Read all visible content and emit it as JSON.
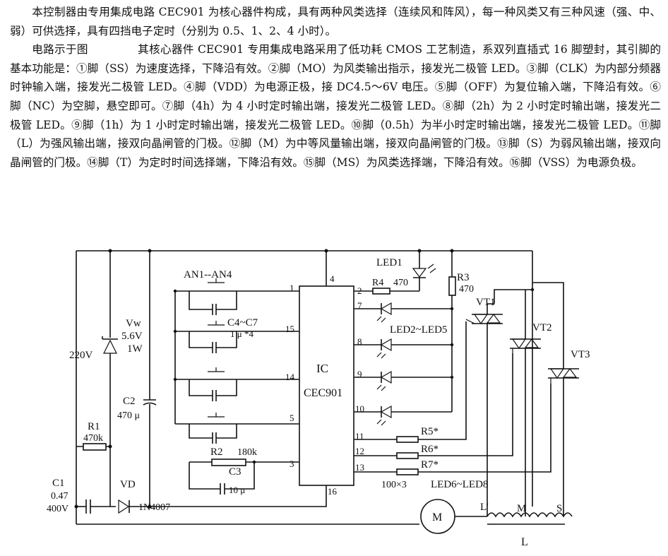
{
  "paragraphs": {
    "p1": "本控制器由专用集成电路 CEC901 为核心器件构成，具有两种风类选择（连续风和阵风），每一种风类又有三种风速（强、中、弱）可供选择，具有四挡电子定时（分别为 0.5、1、2、4 小时）。",
    "p2a": "电路示于图",
    "p2b": "其核心器件 CEC901 专用集成电路采用了低功耗 CMOS 工艺制造，系双列直插式 16 脚塑封，其引脚的基本功能是：①脚（SS）为速度选择，下降沿有效。②脚（MO）为风类输出指示，接发光二极管 LED。③脚（CLK）为内部分频器时钟输入端，接发光二极管 LED。④脚（VDD）为电源正极，接 DC4.5～6V 电压。⑤脚（OFF）为复位输入端，下降沿有效。⑥脚（NC）为空脚，悬空即可。⑦脚（4h）为 4 小时定时输出端，接发光二极管 LED。⑧脚（2h）为 2 小时定时输出端，接发光二极管 LED。⑨脚（1h）为 1 小时定时输出端，接发光二极管 LED。⑩脚（0.5h）为半小时定时输出端，接发光二极管 LED。⑪脚（L）为强风输出端，接双向晶闸管的门极。⑫脚（M）为中等风量输出端，接双向晶闸管的门极。⑬脚（S）为弱风输出端，接双向晶闸管的门极。⑭脚（T）为定时时间选择端，下降沿有效。⑮脚（MS）为风类选择端，下降沿有效。⑯脚（VSS）为电源负极。"
  },
  "diagram": {
    "ic_label": "IC",
    "ic_part": "CEC901",
    "pins": [
      "1",
      "15",
      "14",
      "5",
      "3",
      "16",
      "4",
      "2",
      "7",
      "8",
      "9",
      "10",
      "11",
      "12",
      "13"
    ],
    "labels": {
      "led1": "LED1",
      "r3": "R3",
      "r3_val": "470",
      "r4": "R4",
      "r4_val": "470",
      "led2_5": "LED2~LED5",
      "vt1": "VT1",
      "vt2": "VT2",
      "vt3": "VT3",
      "an": "AN1--AN4",
      "c4_7": "C4~C7",
      "c4_7_val": "1 μ *4",
      "vw": "Vw",
      "vw_v": "5.6V",
      "vw_w": "1W",
      "v220": "220V",
      "c2": "C2",
      "c2_val": "470 μ",
      "r1": "R1",
      "r1_val": "470k",
      "r2": "R2",
      "r2_val": "180k",
      "c3": "C3",
      "c3_val": "10 μ",
      "c1": "C1",
      "c1_val": "0.47",
      "c1_v": "400V",
      "vd": "VD",
      "vd_part": "1N4007",
      "r5": "R5*",
      "r6": "R6*",
      "r7": "R7*",
      "r_val": "100×3",
      "led6_8": "LED6~LED8",
      "motor": "M",
      "tap_l": "L'",
      "tap_m": "M",
      "tap_s": "S",
      "coil": "L"
    }
  }
}
